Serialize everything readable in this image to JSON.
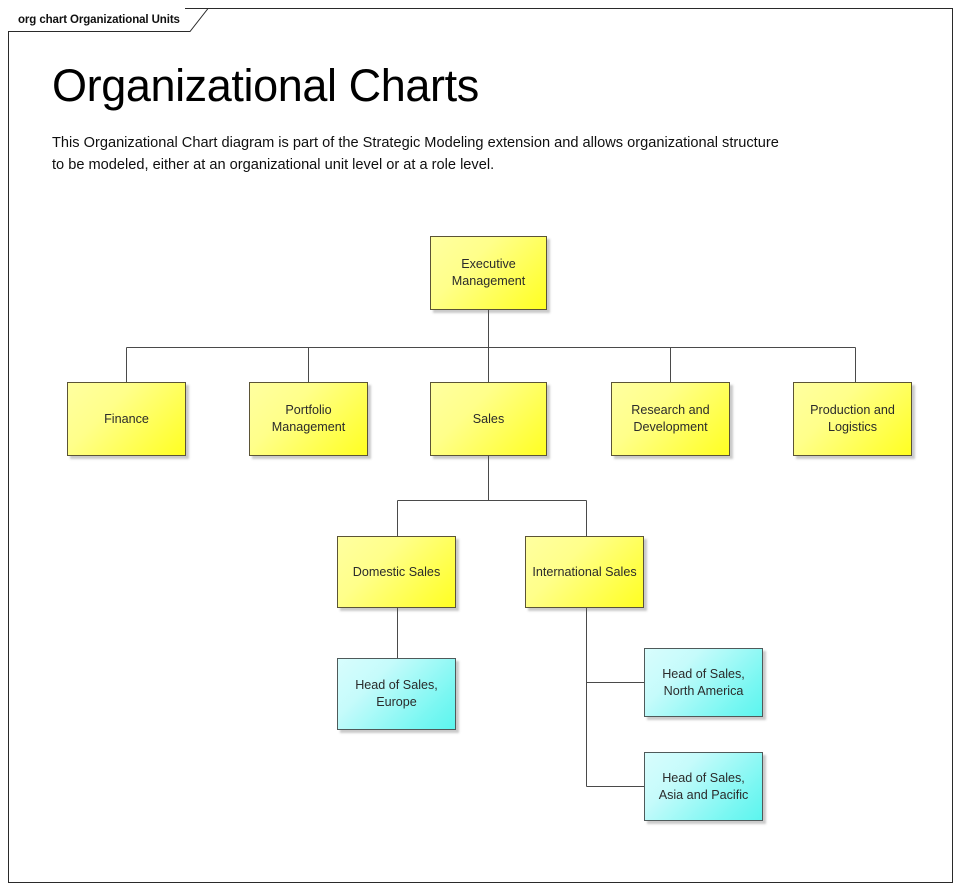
{
  "frame": {
    "tab_label": "org chart Organizational Units"
  },
  "heading": {
    "title": "Organizational Charts",
    "description": "This Organizational Chart diagram is part of the Strategic Modeling extension and allows organizational structure to be modeled, either at an organizational unit level or at a role level."
  },
  "legend_colors": {
    "organizational_unit_fill": "#FFFF33",
    "organizational_unit_fill_light": "#FFFF99",
    "role_fill": "#5CF5EE",
    "role_fill_light": "#D8FDFD",
    "node_border": "#555044",
    "connector": "#4a4a4a",
    "frame_border": "#2A2A2A"
  },
  "chart_data": {
    "type": "diagram",
    "title": "Organizational Charts",
    "nodes": [
      {
        "id": "executive-management",
        "label": "Executive Management",
        "kind": "organizational-unit",
        "level": 0
      },
      {
        "id": "finance",
        "label": "Finance",
        "kind": "organizational-unit",
        "level": 1
      },
      {
        "id": "portfolio-management",
        "label": "Portfolio Management",
        "kind": "organizational-unit",
        "level": 1
      },
      {
        "id": "sales",
        "label": "Sales",
        "kind": "organizational-unit",
        "level": 1
      },
      {
        "id": "research-and-development",
        "label": "Research and Development",
        "kind": "organizational-unit",
        "level": 1
      },
      {
        "id": "production-and-logistics",
        "label": "Production and Logistics",
        "kind": "organizational-unit",
        "level": 1
      },
      {
        "id": "domestic-sales",
        "label": "Domestic Sales",
        "kind": "organizational-unit",
        "level": 2
      },
      {
        "id": "international-sales",
        "label": "International Sales",
        "kind": "organizational-unit",
        "level": 2
      },
      {
        "id": "head-of-sales-europe",
        "label": "Head of Sales, Europe",
        "kind": "role",
        "level": 3
      },
      {
        "id": "head-of-sales-north-america",
        "label": "Head of Sales, North America",
        "kind": "role",
        "level": 3
      },
      {
        "id": "head-of-sales-asia-and-pacific",
        "label": "Head of Sales, Asia and Pacific",
        "kind": "role",
        "level": 3
      }
    ],
    "edges": [
      {
        "from": "executive-management",
        "to": "finance"
      },
      {
        "from": "executive-management",
        "to": "portfolio-management"
      },
      {
        "from": "executive-management",
        "to": "sales"
      },
      {
        "from": "executive-management",
        "to": "research-and-development"
      },
      {
        "from": "executive-management",
        "to": "production-and-logistics"
      },
      {
        "from": "sales",
        "to": "domestic-sales"
      },
      {
        "from": "sales",
        "to": "international-sales"
      },
      {
        "from": "domestic-sales",
        "to": "head-of-sales-europe"
      },
      {
        "from": "international-sales",
        "to": "head-of-sales-north-america"
      },
      {
        "from": "international-sales",
        "to": "head-of-sales-asia-and-pacific"
      }
    ]
  }
}
